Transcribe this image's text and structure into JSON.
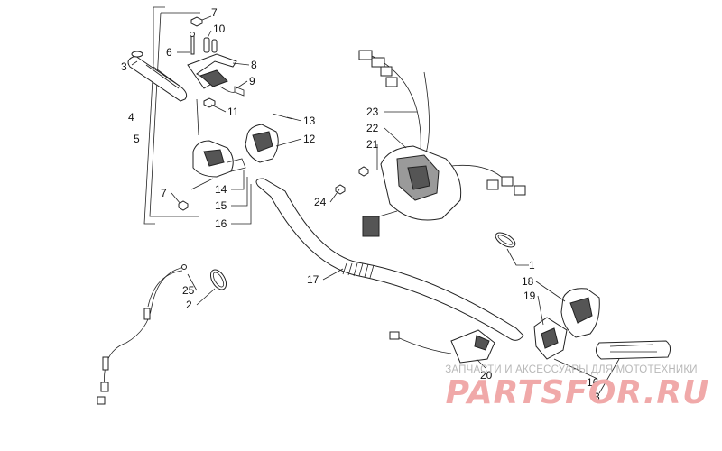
{
  "callouts": {
    "c7a": "7",
    "c10": "10",
    "c6": "6",
    "c3a": "3",
    "c8": "8",
    "c9": "9",
    "c11": "11",
    "c4": "4",
    "c5": "5",
    "c13": "13",
    "c12": "12",
    "c14": "14",
    "c7b": "7",
    "c15": "15",
    "c16a": "16",
    "c23": "23",
    "c22": "22",
    "c21": "21",
    "c24": "24",
    "c17": "17",
    "c25": "25",
    "c2": "2",
    "c1": "1",
    "c18": "18",
    "c19": "19",
    "c20": "20",
    "c16b": "16",
    "c3b": "3"
  },
  "watermark": {
    "caption": "ЗАПЧАСТИ И АКСЕССУАРЫ ДЛЯ МОТОТЕХНИКИ",
    "logo": "PARTSFOR.RU",
    "logo_color": "#f0a9a9"
  },
  "colors": {
    "line": "#222222",
    "part_fill": "#ffffff",
    "shade": "#555555"
  }
}
